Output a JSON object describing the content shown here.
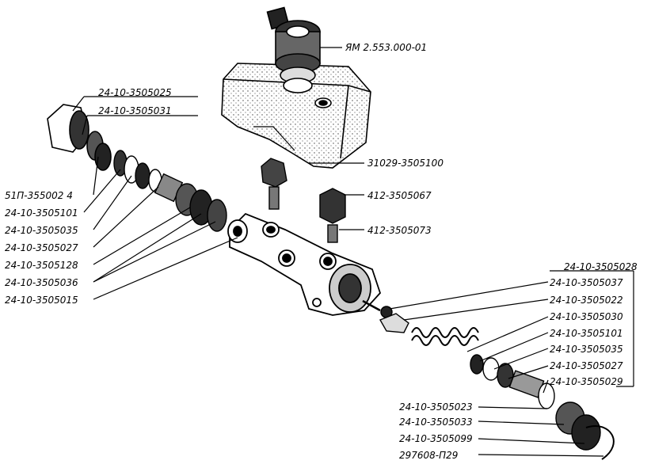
{
  "labels": {
    "reservoir_cap": "ЯМ 2.553.000-01",
    "reservoir": "31029-3505100",
    "plug": "24-10-3505025",
    "plug_washer": "24-10-3505031",
    "l_51p": "51П-355002 4",
    "l_101": "24-10-3505101",
    "l_035": "24-10-3505035",
    "l_027": "24-10-3505027",
    "l_128": "24-10-3505128",
    "l_036": "24-10-3505036",
    "l_015": "24-10-3505015",
    "valve_067": "412-3505067",
    "valve_073": "412-3505073",
    "group_028": "24-10-3505028",
    "r_037": "24-10-3505037",
    "r_022": "24-10-3505022",
    "r_030": "24-10-3505030",
    "r_101": "24-10-3505101",
    "r_035": "24-10-3505035",
    "r_027": "24-10-3505027",
    "r_029": "24-10-3505029",
    "b_023": "24-10-3505023",
    "b_033": "24-10-3505033",
    "b_099": "24-10-3505099",
    "b_p29": "297608-П29"
  }
}
